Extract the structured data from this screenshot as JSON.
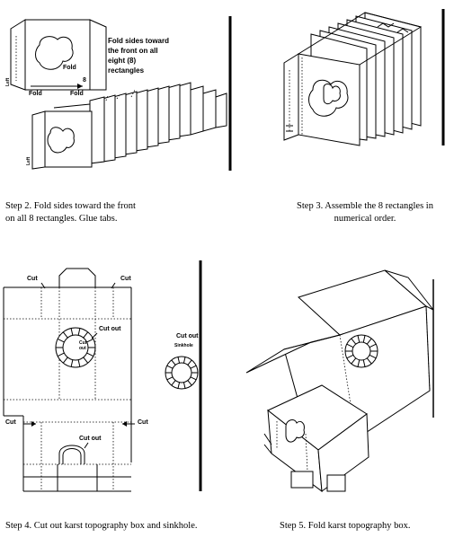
{
  "step2": {
    "caption": "Step 2. Fold sides toward the front\non all 8 rectangles. Glue tabs.",
    "note": "Fold sides toward\nthe front on all\neight (8)\nrectangles",
    "fold_labels": [
      "Fold",
      "Fold",
      "Fold"
    ],
    "number_label": "8"
  },
  "step3": {
    "caption": "Step 3. Assemble the 8 rectangles in\nnumerical order."
  },
  "step4": {
    "caption": "Step 4. Cut out karst topography box and sinkhole.",
    "cut_labels": [
      "Cut",
      "Cut",
      "Cut",
      "Cut"
    ],
    "cut_out_center": "Cut out",
    "cut_out_lower": "Cut out",
    "side_cut_out": "Cut out",
    "sinkhole": "Sinkhole",
    "center_small": "Cut\nout"
  },
  "step5": {
    "caption": "Step 5. Fold karst topography box."
  }
}
